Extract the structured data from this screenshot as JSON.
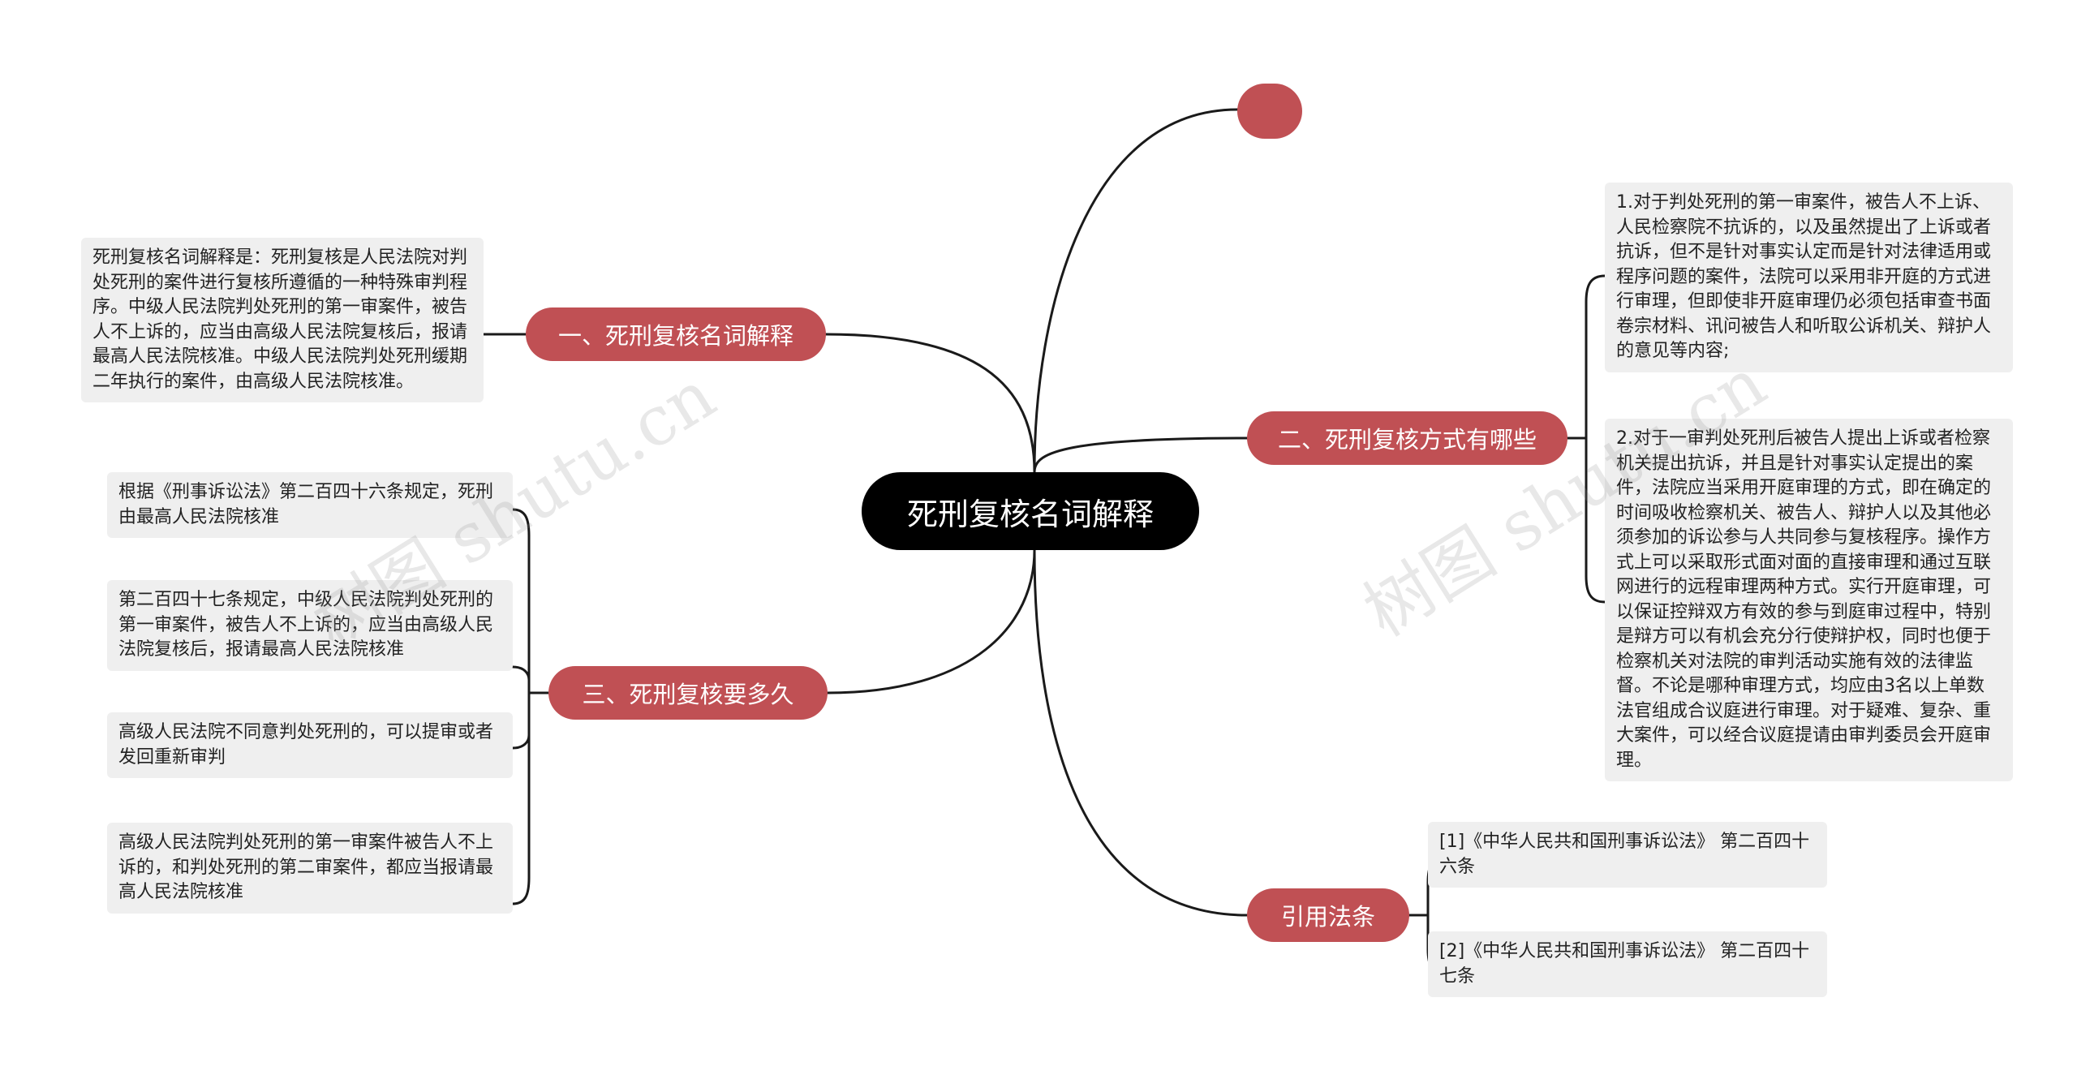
{
  "center": {
    "title": "死刑复核名词解释"
  },
  "branches": [
    {
      "label": "一、死刑复核名词解释"
    },
    {
      "label": "二、死刑复核方式有哪些"
    },
    {
      "label": "三、死刑复核要多久"
    },
    {
      "label": "引用法条"
    }
  ],
  "leaves": {
    "b1_0": "死刑复核名词解释是：死刑复核是人民法院对判处死刑的案件进行复核所遵循的一种特殊审判程序。中级人民法院判处死刑的第一审案件，被告人不上诉的，应当由高级人民法院复核后，报请最高人民法院核准。中级人民法院判处死刑缓期二年执行的案件，由高级人民法院核准。",
    "b2_0": "1.对于判处死刑的第一审案件，被告人不上诉、人民检察院不抗诉的，以及虽然提出了上诉或者抗诉，但不是针对事实认定而是针对法律适用或程序问题的案件，法院可以采用非开庭的方式进行审理，但即使非开庭审理仍必须包括审查书面卷宗材料、讯问被告人和听取公诉机关、辩护人的意见等内容;",
    "b2_1": "2.对于一审判处死刑后被告人提出上诉或者检察机关提出抗诉，并且是针对事实认定提出的案件，法院应当采用开庭审理的方式，即在确定的时间吸收检察机关、被告人、辩护人以及其他必须参加的诉讼参与人共同参与复核程序。操作方式上可以采取形式面对面的直接审理和通过互联网进行的远程审理两种方式。实行开庭审理，可以保证控辩双方有效的参与到庭审过程中，特别是辩方可以有机会充分行使辩护权，同时也便于检察机关对法院的审判活动实施有效的法律监督。不论是哪种审理方式，均应由3名以上单数法官组成合议庭进行审理。对于疑难、复杂、重大案件，可以经合议庭提请由审判委员会开庭审理。",
    "b3_0": "根据《刑事诉讼法》第二百四十六条规定，死刑由最高人民法院核准",
    "b3_1": "第二百四十七条规定，中级人民法院判处死刑的第一审案件，被告人不上诉的，应当由高级人民法院复核后，报请最高人民法院核准",
    "b3_2": "高级人民法院不同意判处死刑的，可以提审或者发回重新审判",
    "b3_3": "高级人民法院判处死刑的第一审案件被告人不上诉的，和判处死刑的第二审案件，都应当报请最高人民法院核准",
    "b4_0": "[1]《中华人民共和国刑事诉讼法》 第二百四十六条",
    "b4_1": "[2]《中华人民共和国刑事诉讼法》 第二百四十七条"
  },
  "watermark": "树图 shutu.cn",
  "colors": {
    "branch": "#c05054",
    "center": "#000000",
    "leaf_bg": "#efefef",
    "line": "#1a1a1a"
  }
}
